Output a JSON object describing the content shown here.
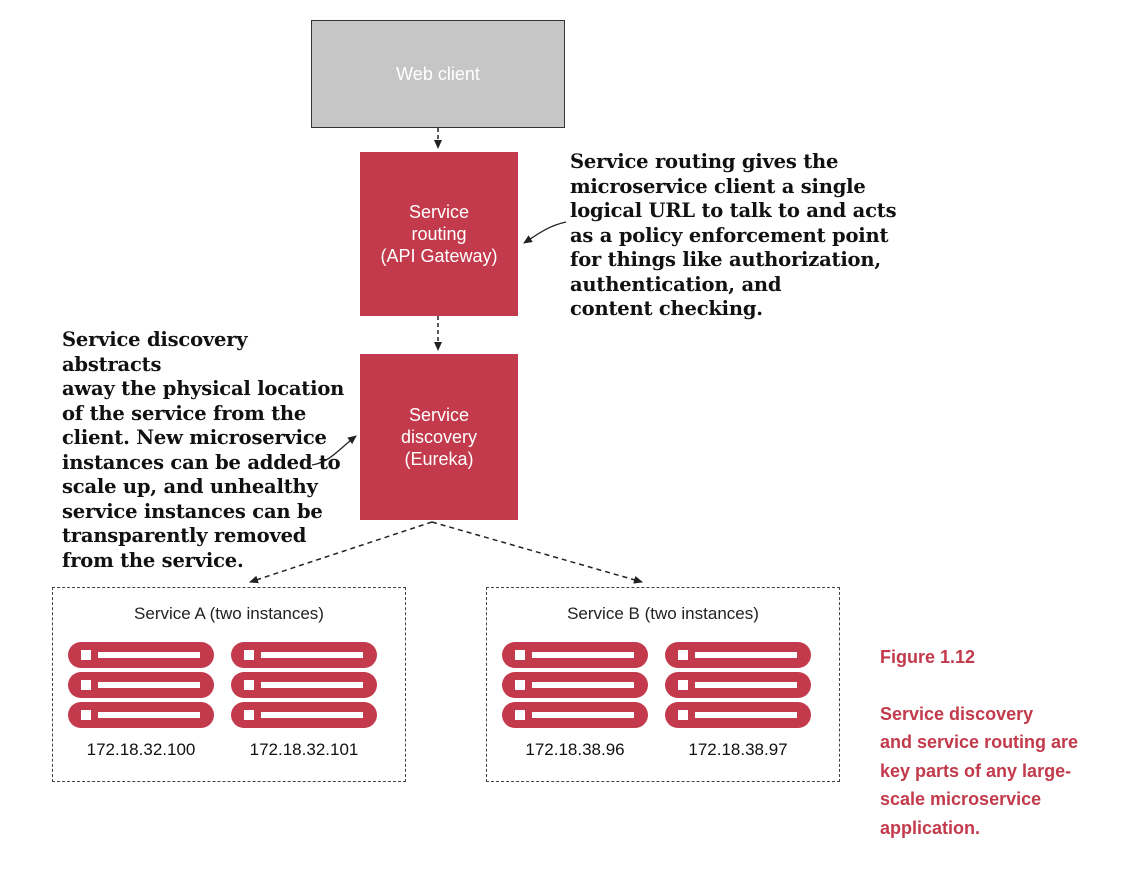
{
  "web_client": {
    "label": "Web client"
  },
  "service_routing": {
    "label": "Service\nrouting\n(API Gateway)"
  },
  "service_discovery": {
    "label": "Service\ndiscovery\n(Eureka)"
  },
  "annotations": {
    "routing_note": "Service routing gives the\nmicroservice client a single\nlogical URL to talk to and acts\nas a policy enforcement point\nfor things like authorization,\nauthentication, and\ncontent checking.",
    "discovery_note": "Service discovery abstracts\naway the physical location\nof the service from the\nclient. New microservice\ninstances can be added to\nscale up, and unhealthy\nservice instances can be\ntransparently removed\nfrom the service."
  },
  "services": [
    {
      "title": "Service A (two instances)",
      "instances": [
        {
          "ip": "172.18.32.100"
        },
        {
          "ip": "172.18.32.101"
        }
      ]
    },
    {
      "title": "Service B (two instances)",
      "instances": [
        {
          "ip": "172.18.38.96"
        },
        {
          "ip": "172.18.38.97"
        }
      ]
    }
  ],
  "caption": {
    "title": "Figure 1.12",
    "text": "Service discovery\nand service routing are\nkey parts of any large-\nscale microservice\napplication."
  },
  "colors": {
    "accent": "#c23a4b",
    "client_fill": "#c6c6c6",
    "text": "#111111"
  }
}
